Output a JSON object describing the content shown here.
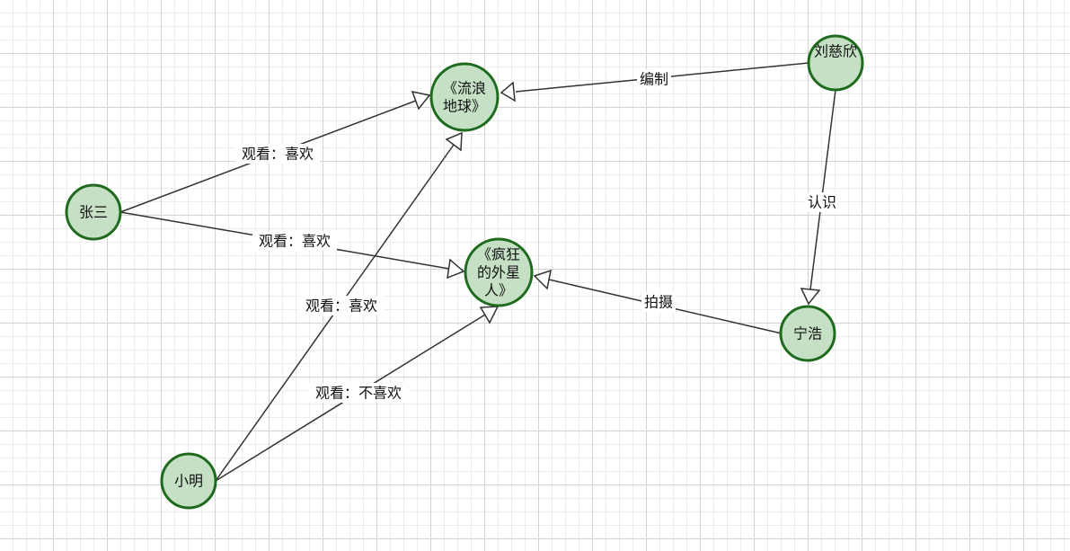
{
  "diagram": {
    "nodes": [
      {
        "id": "zhangsan",
        "lines": [
          "张三"
        ]
      },
      {
        "id": "xiaoming",
        "lines": [
          "小明"
        ]
      },
      {
        "id": "wandering-earth",
        "lines": [
          "《流浪",
          "地球》"
        ]
      },
      {
        "id": "crazy-alien",
        "lines": [
          "《疯狂",
          "的外星",
          "人》"
        ]
      },
      {
        "id": "liucixin",
        "lines": [
          "刘慈欣"
        ]
      },
      {
        "id": "ninghao",
        "lines": [
          "宁浩"
        ]
      }
    ],
    "edges": [
      {
        "id": "zhangsan-wandering-earth",
        "label": "观看：喜欢"
      },
      {
        "id": "zhangsan-crazy-alien",
        "label": "观看：喜欢"
      },
      {
        "id": "xiaoming-wandering-earth",
        "label": "观看：喜欢"
      },
      {
        "id": "xiaoming-crazy-alien",
        "label": "观看：不喜欢"
      },
      {
        "id": "liucixin-wandering-earth",
        "label": "编制"
      },
      {
        "id": "ninghao-crazy-alien",
        "label": "拍摄"
      },
      {
        "id": "liucixin-ninghao",
        "label": "认识"
      }
    ]
  }
}
